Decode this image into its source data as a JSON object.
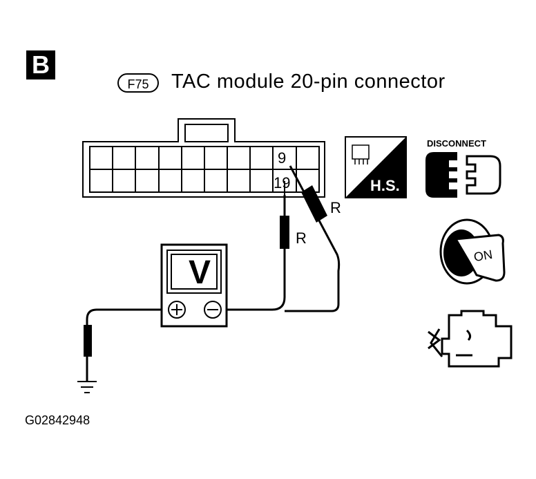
{
  "section_label": "B",
  "connector": {
    "code": "F75",
    "title": "TAC module 20-pin connector",
    "pins": {
      "upper": "9",
      "lower": "19"
    }
  },
  "wire_color": "R",
  "meter_symbol": "V",
  "icons": {
    "harness_side": {
      "name": "harness-side-icon",
      "text": "H.S."
    },
    "disconnect": {
      "name": "disconnect-icon",
      "text": "DISCONNECT"
    },
    "ignition": {
      "name": "ignition-key-on-icon",
      "text": "ON"
    },
    "engine": {
      "name": "engine-icon"
    },
    "ground": {
      "name": "ground-icon"
    }
  },
  "figure_id": "G02842948"
}
